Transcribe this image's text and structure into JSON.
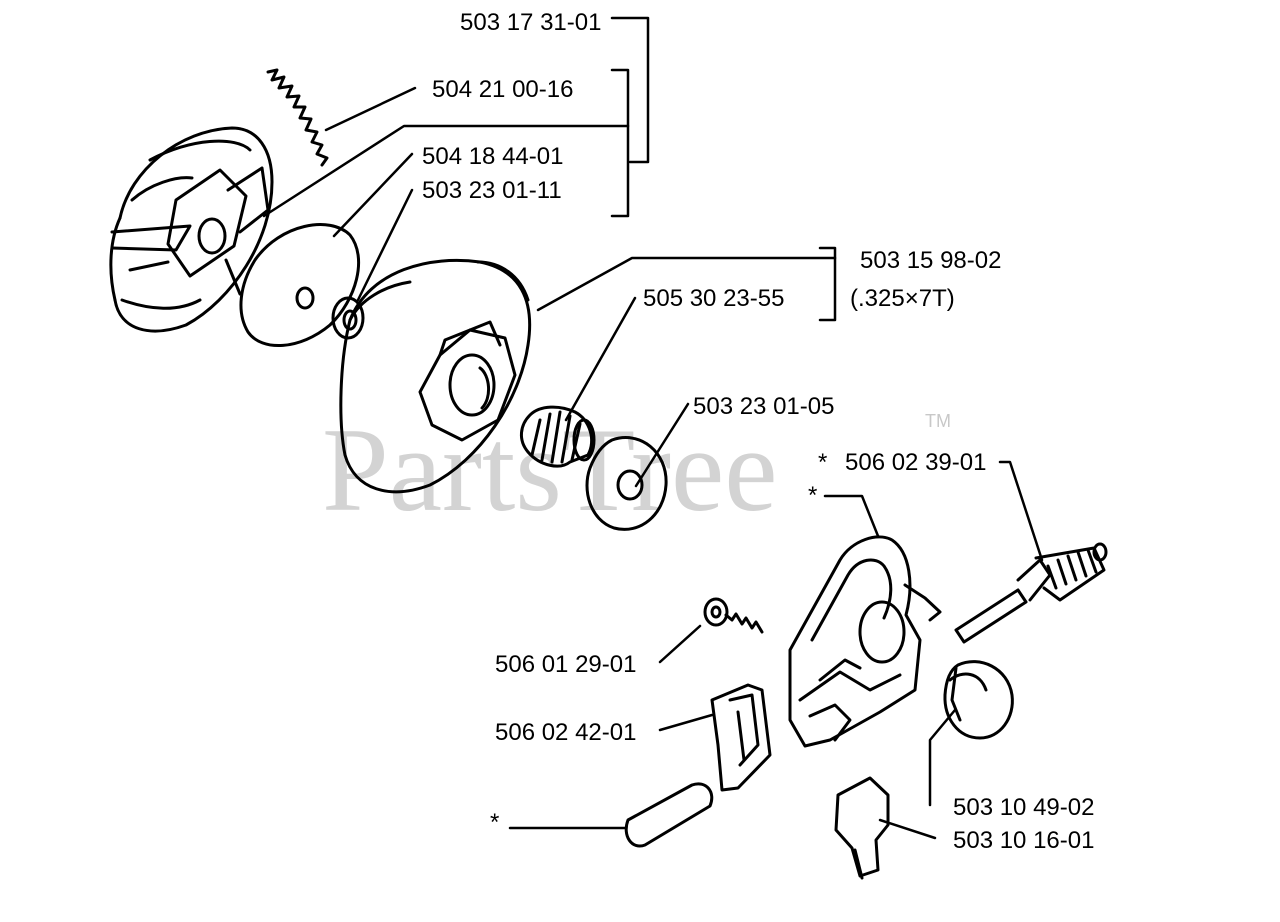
{
  "watermark": {
    "text": "PartsTree",
    "trademark": "TM"
  },
  "labels": {
    "p1": "503 17 31-01",
    "p2": "504 21 00-16",
    "p3": "504 18 44-01",
    "p4": "503 23 01-11",
    "p5": "503 15 98-02",
    "p5_spec": "(.325×7T)",
    "p6": "505 30 23-55",
    "p7": "503 23 01-05",
    "p8": "506 02 39-01",
    "p9": "506 01 29-01",
    "p10": "506 02 42-01",
    "p11": "503 10 49-02",
    "p12": "503 10 16-01",
    "asterisk": "*"
  },
  "colors": {
    "ink": "#000000",
    "watermark": "#d3d3d3"
  }
}
